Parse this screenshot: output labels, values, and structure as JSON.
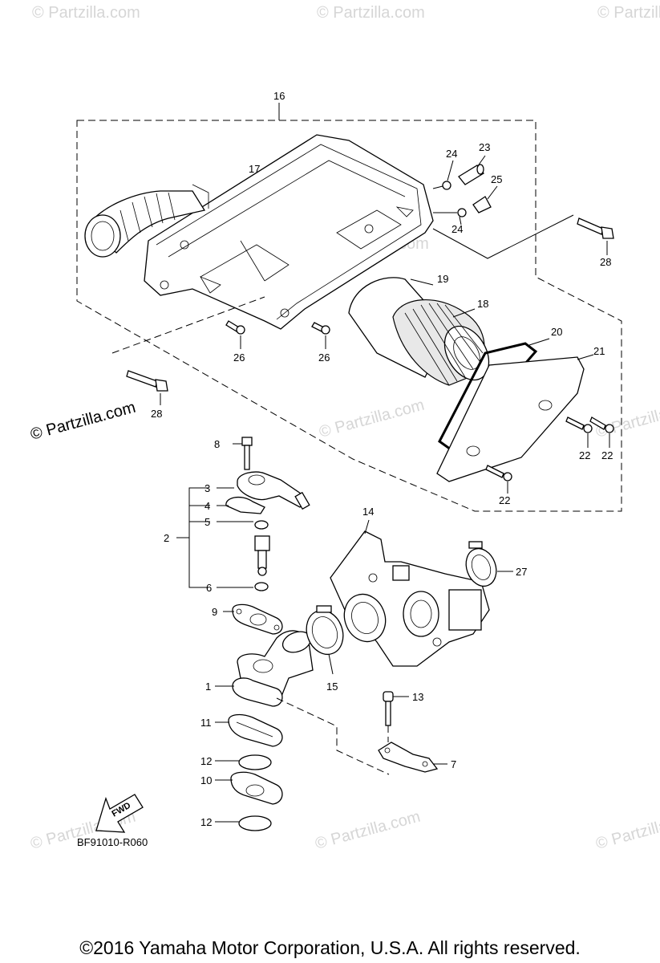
{
  "watermarks": [
    "© Partzilla.com",
    "© Partzilla.com",
    "© Partzilla.com",
    "© Partzilla.com",
    "© Partzilla.com",
    "© Partzilla.com",
    "© Partzilla.com",
    "© Partzilla.com",
    "© Partzilla.com"
  ],
  "main_watermark": "© Partzilla.com",
  "callouts": {
    "p1": "1",
    "p2": "2",
    "p3": "3",
    "p4": "4",
    "p5": "5",
    "p6": "6",
    "p7": "7",
    "p8": "8",
    "p9": "9",
    "p10": "10",
    "p11": "11",
    "p12a": "12",
    "p12b": "12",
    "p13": "13",
    "p14": "14",
    "p15": "15",
    "p16": "16",
    "p17": "17",
    "p18": "18",
    "p19": "19",
    "p20": "20",
    "p21": "21",
    "p22a": "22",
    "p22b": "22",
    "p22c": "22",
    "p23": "23",
    "p24a": "24",
    "p24b": "24",
    "p25": "25",
    "p26a": "26",
    "p26b": "26",
    "p27": "27",
    "p28a": "28",
    "p28b": "28"
  },
  "fwd_label": "FWD",
  "diagram_code": "BF91010-R060",
  "copyright": "©2016  Yamaha Motor Corporation, U.S.A. All rights reserved."
}
